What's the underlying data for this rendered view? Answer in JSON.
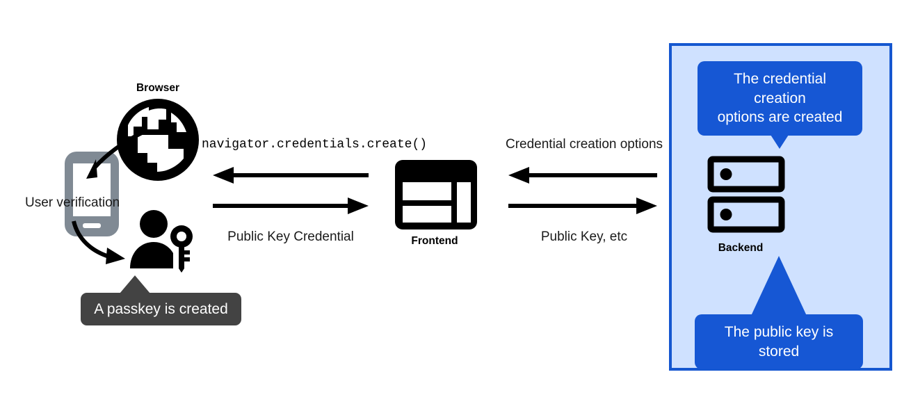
{
  "diagram": {
    "title_implicit": "WebAuthn passkey registration flow",
    "nodes": {
      "browser": {
        "label": "Browser",
        "icon": "globe-icon"
      },
      "frontend": {
        "label": "Frontend",
        "icon": "browser-window-icon"
      },
      "backend": {
        "label": "Backend",
        "icon": "server-stack-icon"
      },
      "phone": {
        "icon": "mobile-phone-icon"
      },
      "user": {
        "icon": "user-with-key-icon"
      }
    },
    "annotations": {
      "user_verification": "User verification",
      "passkey_created": "A passkey is created"
    },
    "flows": [
      {
        "id": "nav-create",
        "label": "navigator.credentials.create()",
        "direction": "left",
        "style": "monospace"
      },
      {
        "id": "public-key-credential",
        "label": "Public Key Credential",
        "direction": "right",
        "style": "sans"
      },
      {
        "id": "credential-creation-options",
        "label": "Credential creation options",
        "direction": "left",
        "style": "sans"
      },
      {
        "id": "public-key-etc",
        "label": "Public Key, etc",
        "direction": "right",
        "style": "sans"
      }
    ],
    "callouts": [
      {
        "id": "credential-options-created",
        "line1": "The credential creation",
        "line2": "options are created",
        "pointer": "down"
      },
      {
        "id": "public-key-stored",
        "line1": "The public key is",
        "line2": "stored",
        "pointer": "up"
      }
    ],
    "colors": {
      "panel_fill": "#cfe1ff",
      "panel_border": "#1557d0",
      "callout_blue": "#1657d4",
      "tooltip_gray": "#434343",
      "phone_gray": "#808a94",
      "ink": "#000000",
      "background": "#ffffff"
    }
  }
}
